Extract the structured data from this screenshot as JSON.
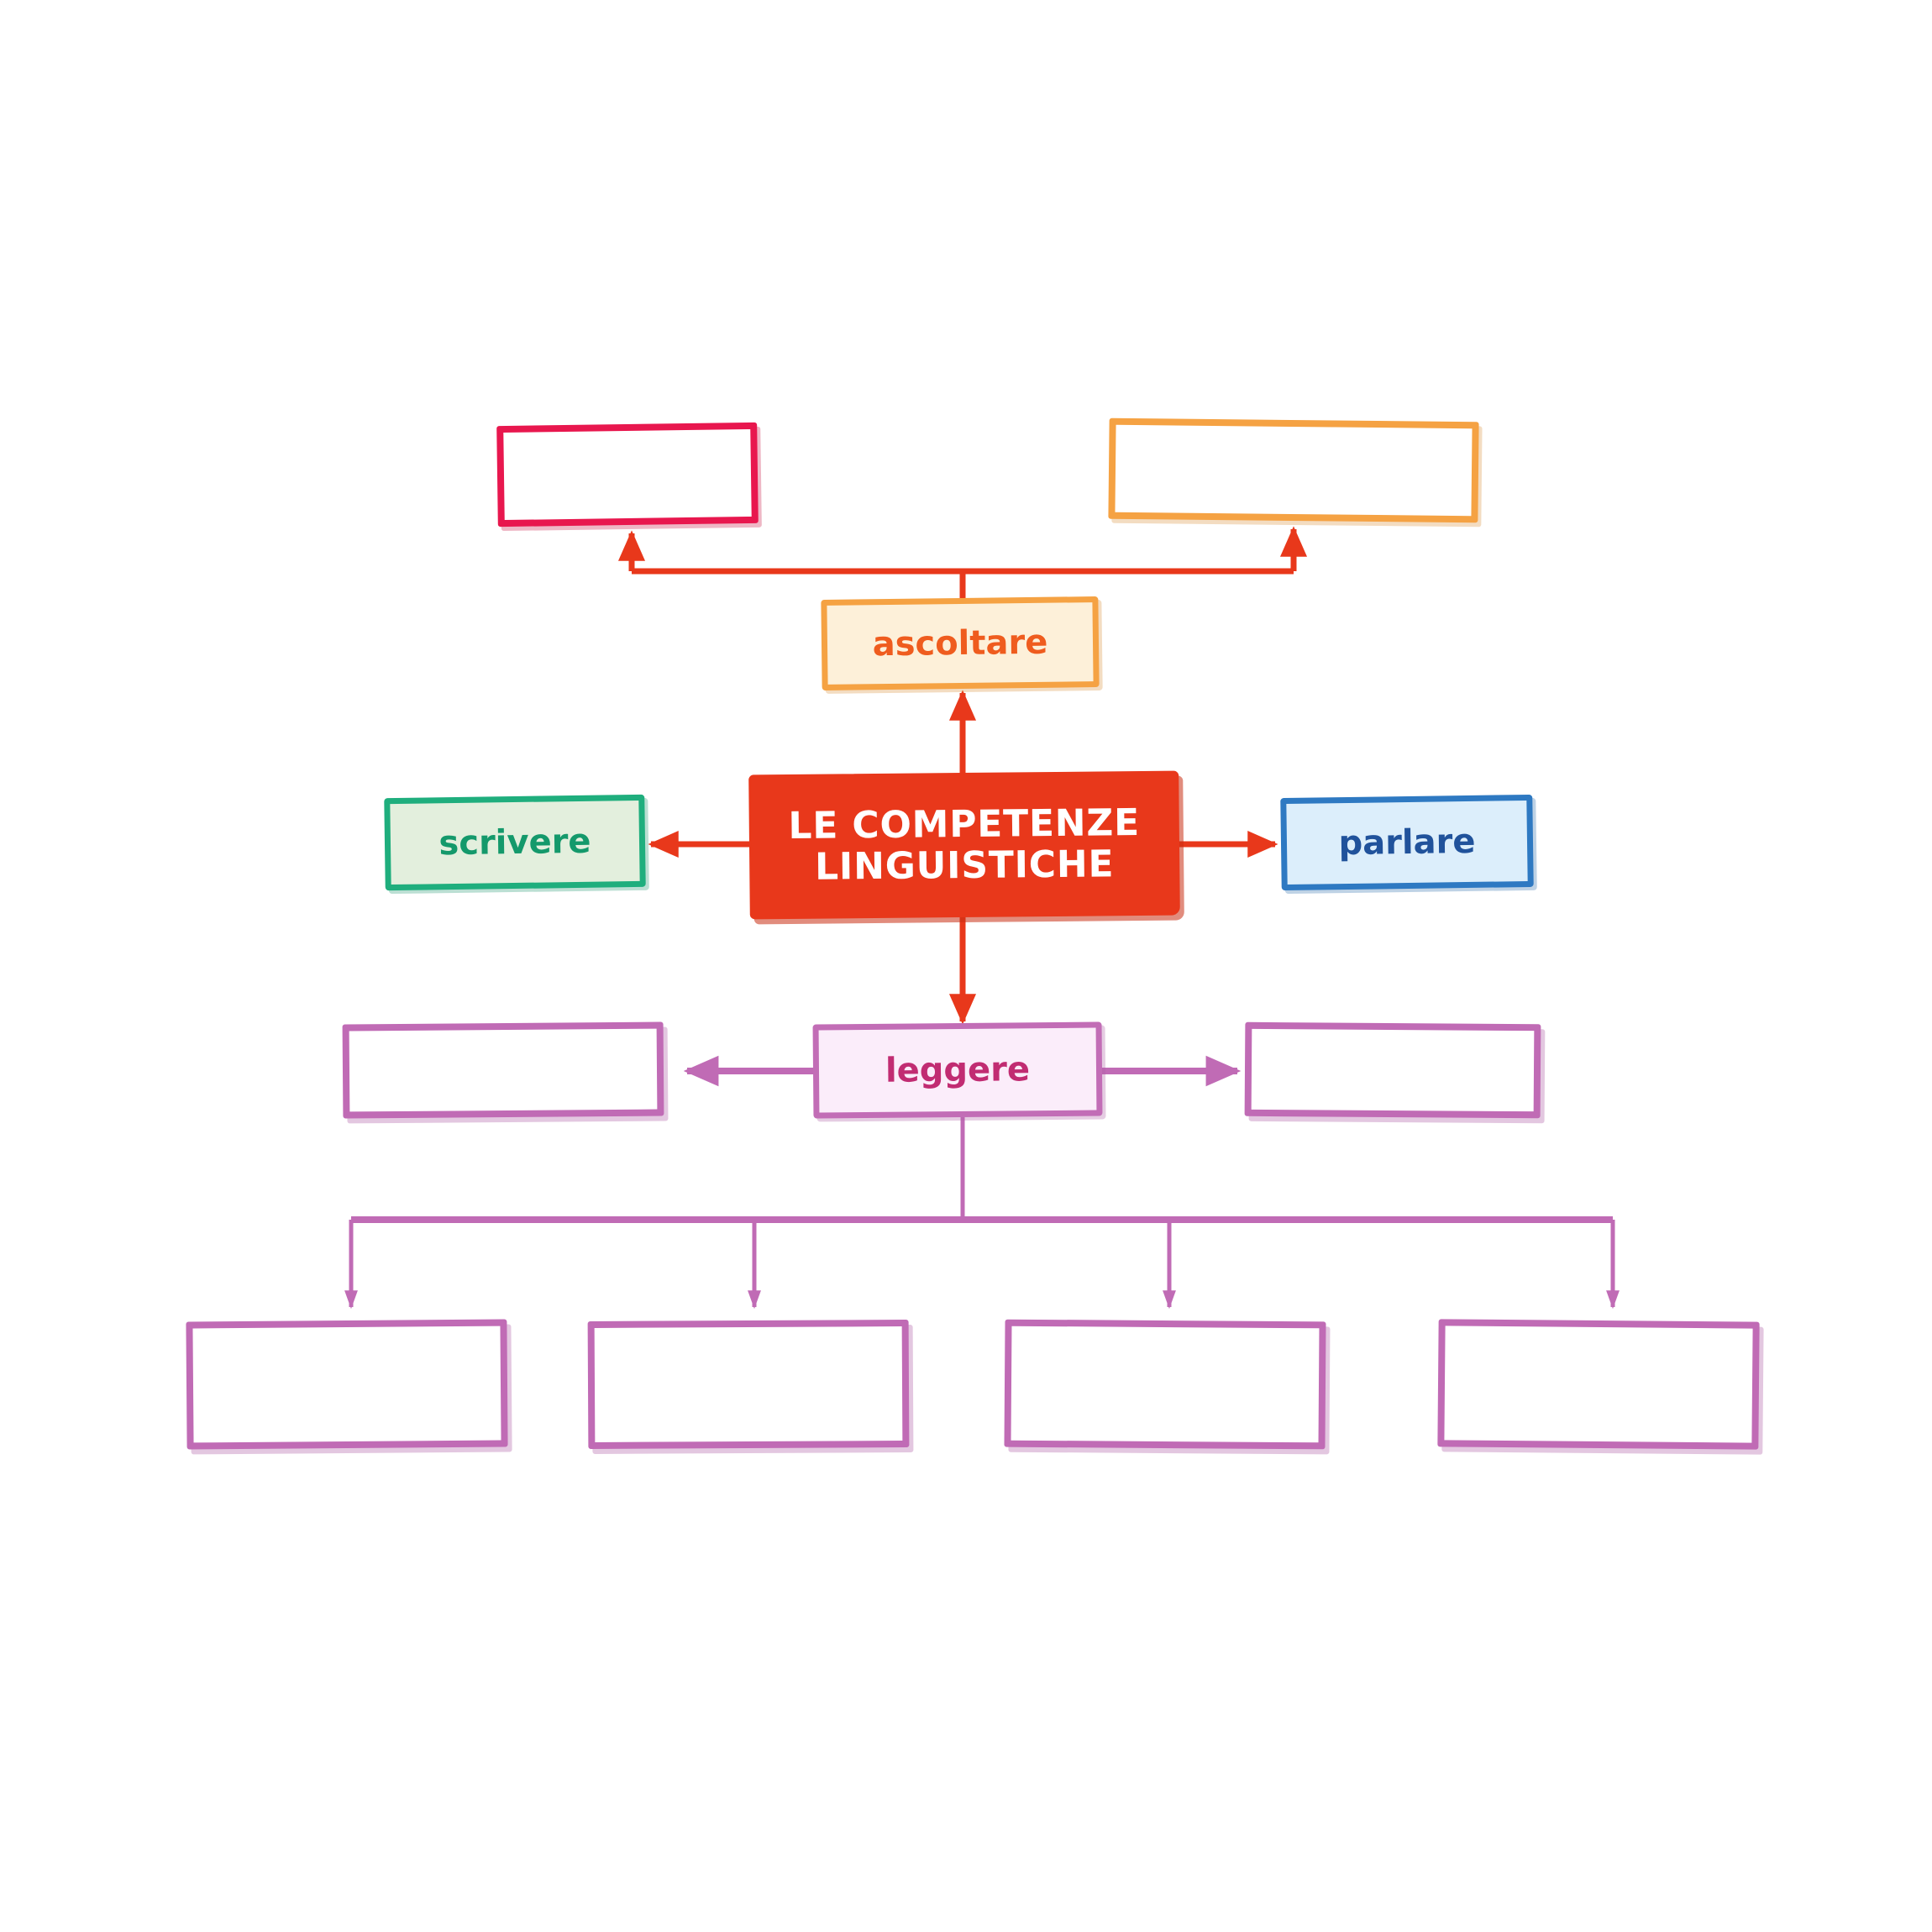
{
  "diagram": {
    "title_node": {
      "text": "LE COMPETENZE\nLINGUISTICHE",
      "color": "#E8381B",
      "text_color": "#FFFFFF"
    },
    "branches": [
      {
        "id": "ascoltare",
        "label": "ascoltare",
        "text_color": "#EF5C1E",
        "fill": "#FDF0D9",
        "border": "#F5A243"
      },
      {
        "id": "scrivere",
        "label": "scrivere",
        "text_color": "#14996B",
        "fill": "#E3EFDD",
        "border": "#1FAE7D"
      },
      {
        "id": "parlare",
        "label": "parlare",
        "text_color": "#20529B",
        "fill": "#DCEEFB",
        "border": "#2E79C2"
      },
      {
        "id": "leggere",
        "label": "leggere",
        "text_color": "#C12C72",
        "fill": "#FBEDFA",
        "border": "#C26DB6"
      }
    ],
    "blank_boxes": [
      {
        "id": "ascoltare-blank-left",
        "label": "",
        "border": "#E8174E"
      },
      {
        "id": "ascoltare-blank-right",
        "label": "",
        "border": "#F5A243"
      },
      {
        "id": "leggere-blank-left",
        "label": "",
        "border": "#C06BB5"
      },
      {
        "id": "leggere-blank-right",
        "label": "",
        "border": "#C06BB5"
      },
      {
        "id": "leggere-blank-1",
        "label": "",
        "border": "#C06BB5"
      },
      {
        "id": "leggere-blank-2",
        "label": "",
        "border": "#C06BB5"
      },
      {
        "id": "leggere-blank-3",
        "label": "",
        "border": "#C06BB5"
      },
      {
        "id": "leggere-blank-4",
        "label": "",
        "border": "#C06BB5"
      }
    ],
    "connectors": {
      "red": "#E8381B",
      "purple": "#C06BB5"
    }
  }
}
